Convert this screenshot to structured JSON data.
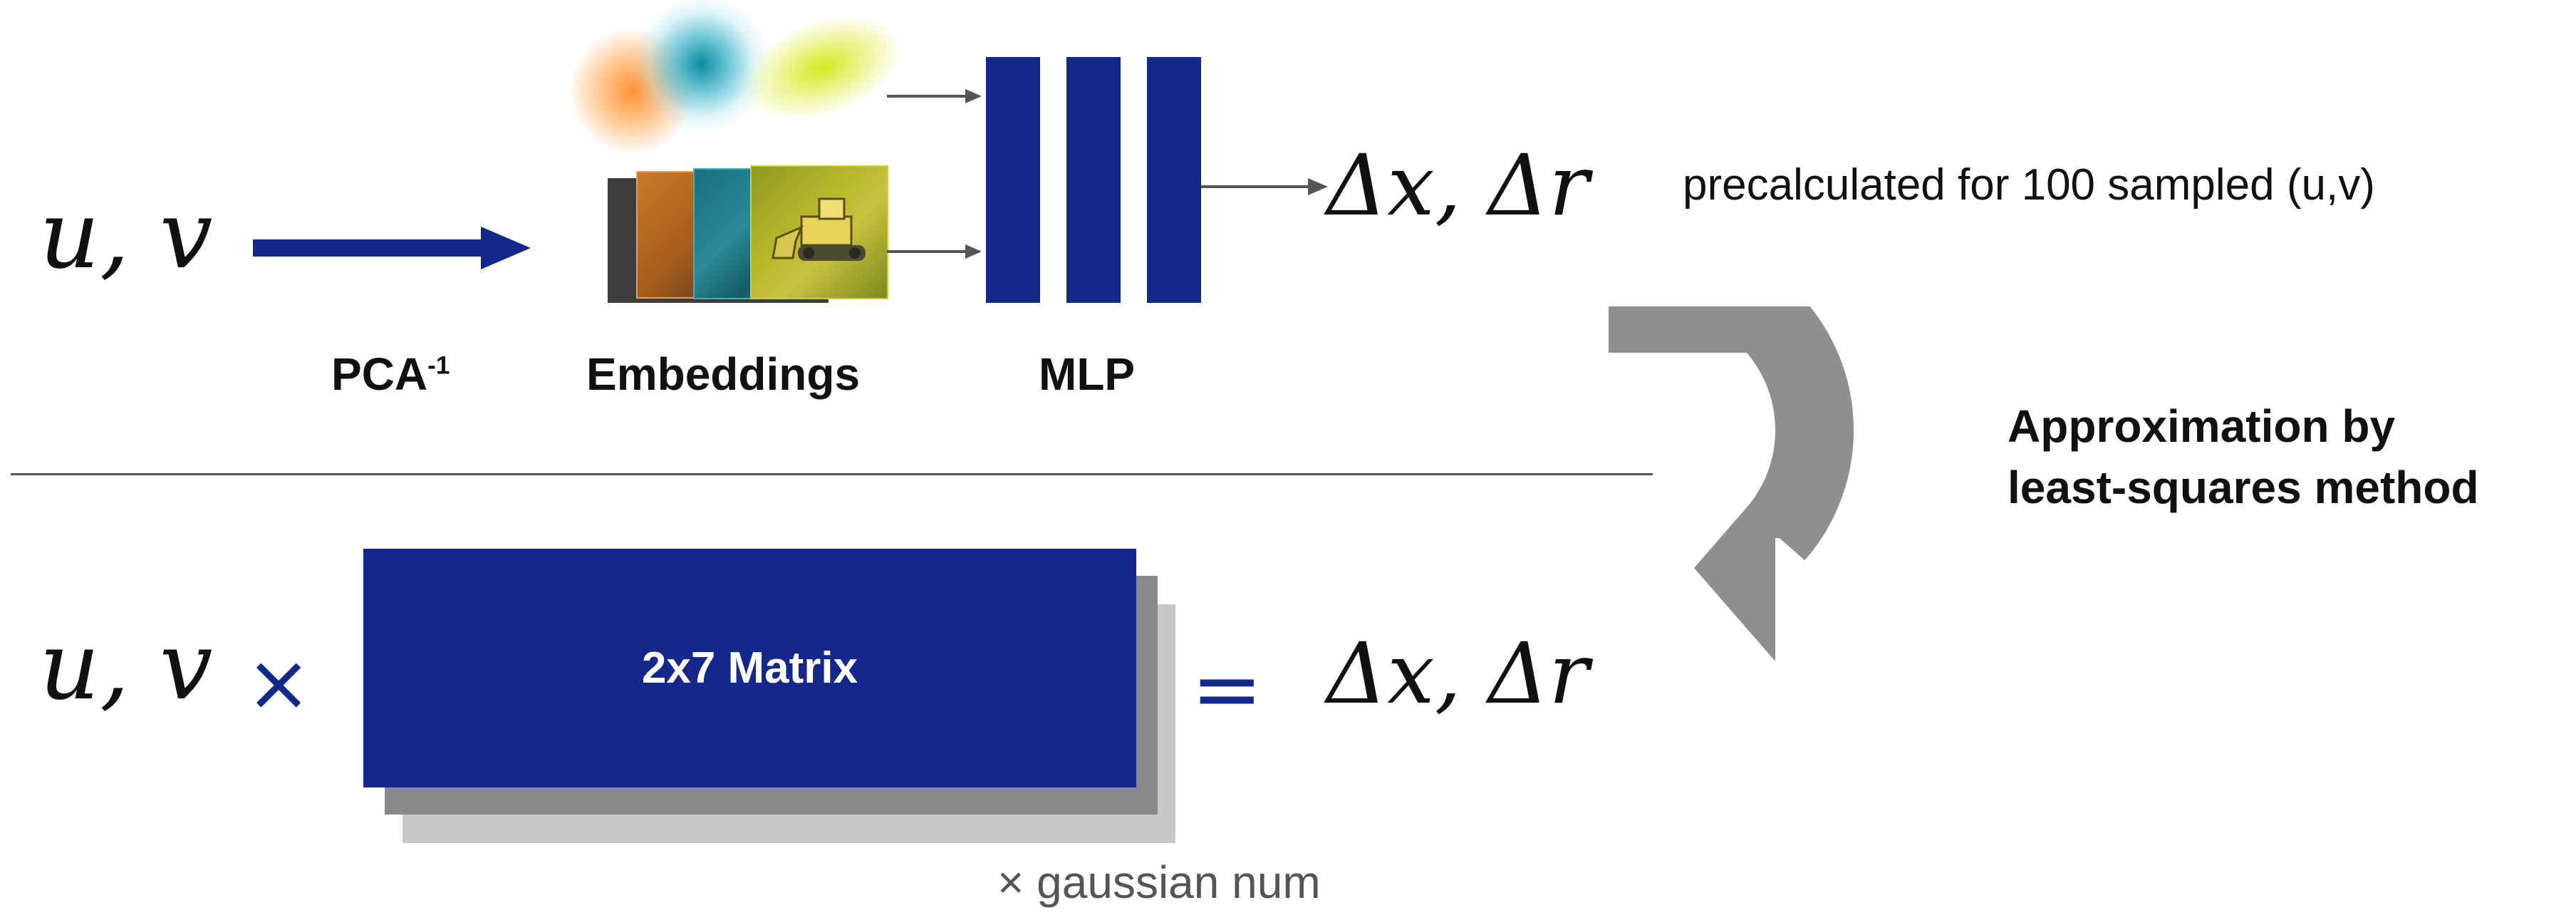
{
  "top": {
    "input_math": "u, v",
    "pca_label": "PCA",
    "pca_superscript": "-1",
    "embeddings_label": "Embeddings",
    "mlp_label": "MLP",
    "output_math": "Δx, Δr",
    "note": "precalculated for 100 sampled (u,v)"
  },
  "approximation": {
    "line1": "Approximation by",
    "line2": "least-squares method"
  },
  "bottom": {
    "input_math": "u, v",
    "times_symbol": "×",
    "matrix_label": "2x7 Matrix",
    "equals_symbol": "=",
    "output_math": "Δx, Δr",
    "multiplier_note": "× gaussian num"
  },
  "colors": {
    "navy": "#13288a",
    "gray_arrow": "#8f8f8f",
    "divider": "#555555",
    "matrix_shadow_dark": "#8a8a8a",
    "matrix_shadow_light": "#c8c8c8"
  }
}
